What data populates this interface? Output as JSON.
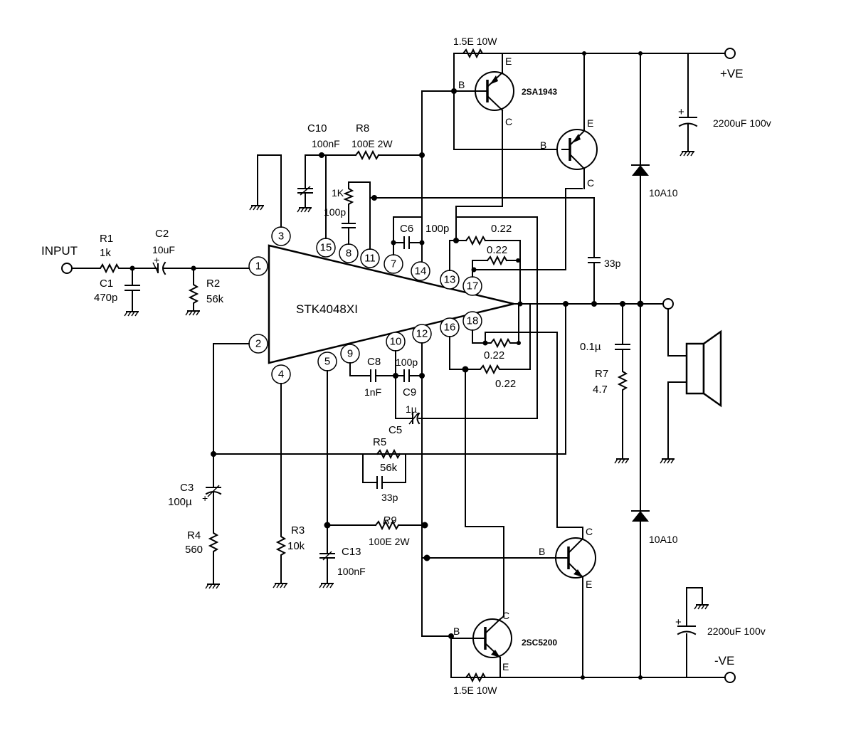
{
  "ic": {
    "name": "STK4048XI"
  },
  "pins": {
    "p1": "1",
    "p2": "2",
    "p3": "3",
    "p4": "4",
    "p5": "5",
    "p7": "7",
    "p8": "8",
    "p9": "9",
    "p10": "10",
    "p11": "11",
    "p12": "12",
    "p13": "13",
    "p14": "14",
    "p15": "15",
    "p16": "16",
    "p17": "17",
    "p18": "18"
  },
  "labels": {
    "input": "INPUT",
    "r1_name": "R1",
    "r1_val": "1k",
    "c1_name": "C1",
    "c1_val": "470p",
    "c2_name": "C2",
    "c2_val": "10uF",
    "r2_name": "R2",
    "r2_val": "56k",
    "c3_name": "C3",
    "c3_val": "100µ",
    "r4_name": "R4",
    "r4_val": "560",
    "r3_name": "R3",
    "r3_val": "10k",
    "c13_name": "C13",
    "c13_val": "100nF",
    "r9_name": "R9",
    "r9_val": "100E 2W",
    "r5_name": "R5",
    "r5_val": "56k",
    "r5_cap": "33p",
    "c8_name": "C8",
    "c8_val": "1nF",
    "c9_name": "C9",
    "c9_val": "100p",
    "c5_name": "C5",
    "c5_val": "1µ",
    "c10_name": "C10",
    "c10_val": "100nF",
    "r8_name": "R8",
    "r8_val": "100E 2W",
    "r1k": "1K",
    "c100p_a": "100p",
    "c6_name": "C6",
    "c6_val": "100p",
    "r022_a": "0.22",
    "r022_b": "0.22",
    "r022_c": "0.22",
    "r022_d": "0.22",
    "c33p": "33p",
    "c01": "0.1µ",
    "r7_name": "R7",
    "r7_val": "4.7",
    "rtop": "1.5E 10W",
    "rbot": "1.5E 10W",
    "q_top": "2SA1943",
    "q_bot": "2SC5200",
    "cap_top": "2200uF 100v",
    "cap_bot": "2200uF 100v",
    "diode_top": "10A10",
    "diode_bot": "10A10",
    "vpos": "+VE",
    "vneg": "-VE",
    "tr": {
      "b": "B",
      "c": "C",
      "e": "E"
    }
  }
}
